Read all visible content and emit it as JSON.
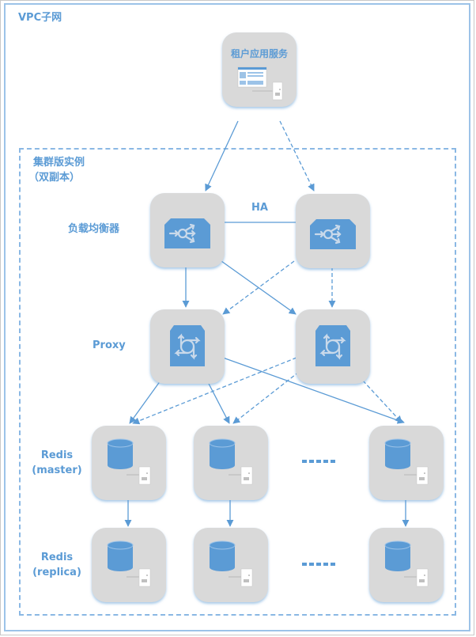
{
  "diagram": {
    "title": "VPC子网",
    "cluster": {
      "title_line1": "集群版实例",
      "title_line2": "（双副本）"
    },
    "client": {
      "label": "租户应用服务",
      "icon": "web-application-server-icon"
    },
    "rows": {
      "load_balancer": {
        "label": "负载均衡器",
        "icon": "load-balancer-icon",
        "count": 2
      },
      "proxy": {
        "label": "Proxy",
        "icon": "proxy-icon",
        "count": 2
      },
      "redis_master": {
        "label_line1": "Redis",
        "label_line2": "(master)",
        "icon": "database-server-icon",
        "count_shown": 3
      },
      "redis_replica": {
        "label_line1": "Redis",
        "label_line2": "(replica)",
        "icon": "database-server-icon",
        "count_shown": 3
      }
    },
    "ha_label": "HA",
    "ellipsis": "......",
    "edges": [
      {
        "from": "client",
        "to": "lb-1",
        "style": "solid"
      },
      {
        "from": "client",
        "to": "lb-2",
        "style": "dashed"
      },
      {
        "from": "lb-1",
        "to": "lb-2",
        "style": "solid",
        "label": "HA"
      },
      {
        "from": "lb-1",
        "to": "proxy-1",
        "style": "solid"
      },
      {
        "from": "lb-1",
        "to": "proxy-2",
        "style": "solid"
      },
      {
        "from": "lb-2",
        "to": "proxy-1",
        "style": "dashed"
      },
      {
        "from": "lb-2",
        "to": "proxy-2",
        "style": "dashed"
      },
      {
        "from": "proxy-1",
        "to": "master-1",
        "style": "solid"
      },
      {
        "from": "proxy-1",
        "to": "master-2",
        "style": "solid"
      },
      {
        "from": "proxy-1",
        "to": "master-n",
        "style": "solid"
      },
      {
        "from": "proxy-2",
        "to": "master-1",
        "style": "dashed"
      },
      {
        "from": "proxy-2",
        "to": "master-2",
        "style": "dashed"
      },
      {
        "from": "proxy-2",
        "to": "master-n",
        "style": "dashed"
      },
      {
        "from": "master-1",
        "to": "replica-1",
        "style": "solid"
      },
      {
        "from": "master-2",
        "to": "replica-2",
        "style": "solid"
      },
      {
        "from": "master-n",
        "to": "replica-n",
        "style": "solid"
      }
    ],
    "colors": {
      "accent": "#5b9bd5",
      "node_bg": "#d9d9d9",
      "icon_fill": "#5b9bd5",
      "icon_glyph": "#c9d9ea"
    }
  }
}
